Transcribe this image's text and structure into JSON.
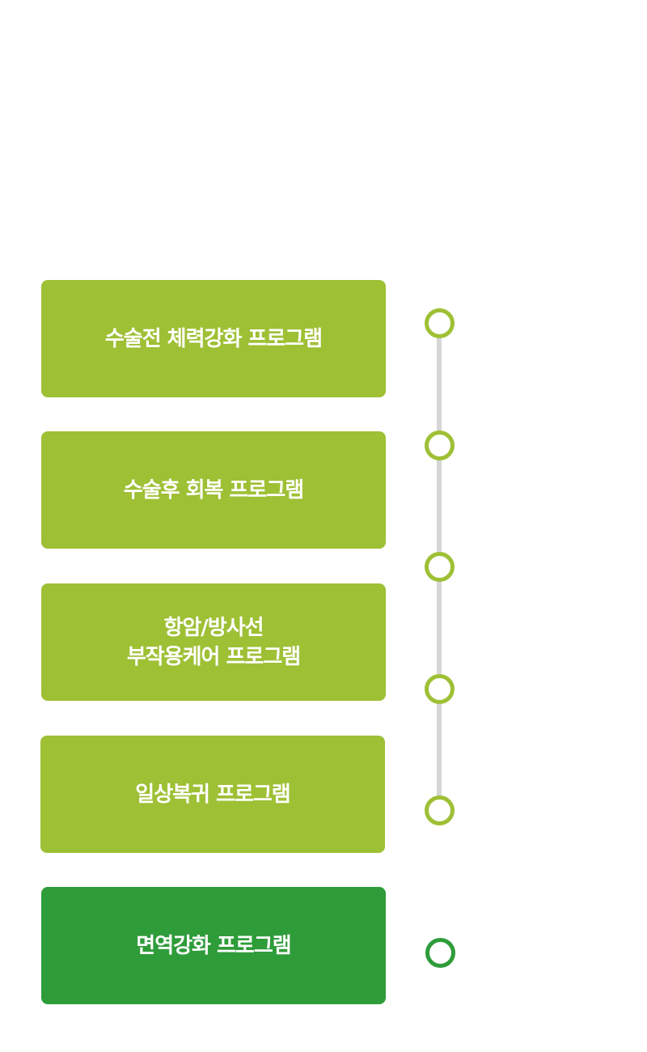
{
  "colors": {
    "light_green": "#9ec035",
    "dark_green": "#2f9c3a",
    "timeline_gray": "#d6d6d6",
    "text": "#ffffff"
  },
  "programs": [
    {
      "label": "수술전 체력강화 프로그램",
      "color": "#9ec035"
    },
    {
      "label": "수술후 회복 프로그램",
      "color": "#9ec035"
    },
    {
      "label": "항암/방사선\n부작용케어 프로그램",
      "color": "#9ec035"
    },
    {
      "label": "일상복귀 프로그램",
      "color": "#9ec035"
    },
    {
      "label": "면역강화 프로그램",
      "color": "#2f9c3a"
    }
  ],
  "timeline_nodes": [
    {
      "color": "#9ec035"
    },
    {
      "color": "#9ec035"
    },
    {
      "color": "#9ec035"
    },
    {
      "color": "#9ec035"
    },
    {
      "color": "#9ec035"
    },
    {
      "color": "#2f9c3a"
    }
  ]
}
